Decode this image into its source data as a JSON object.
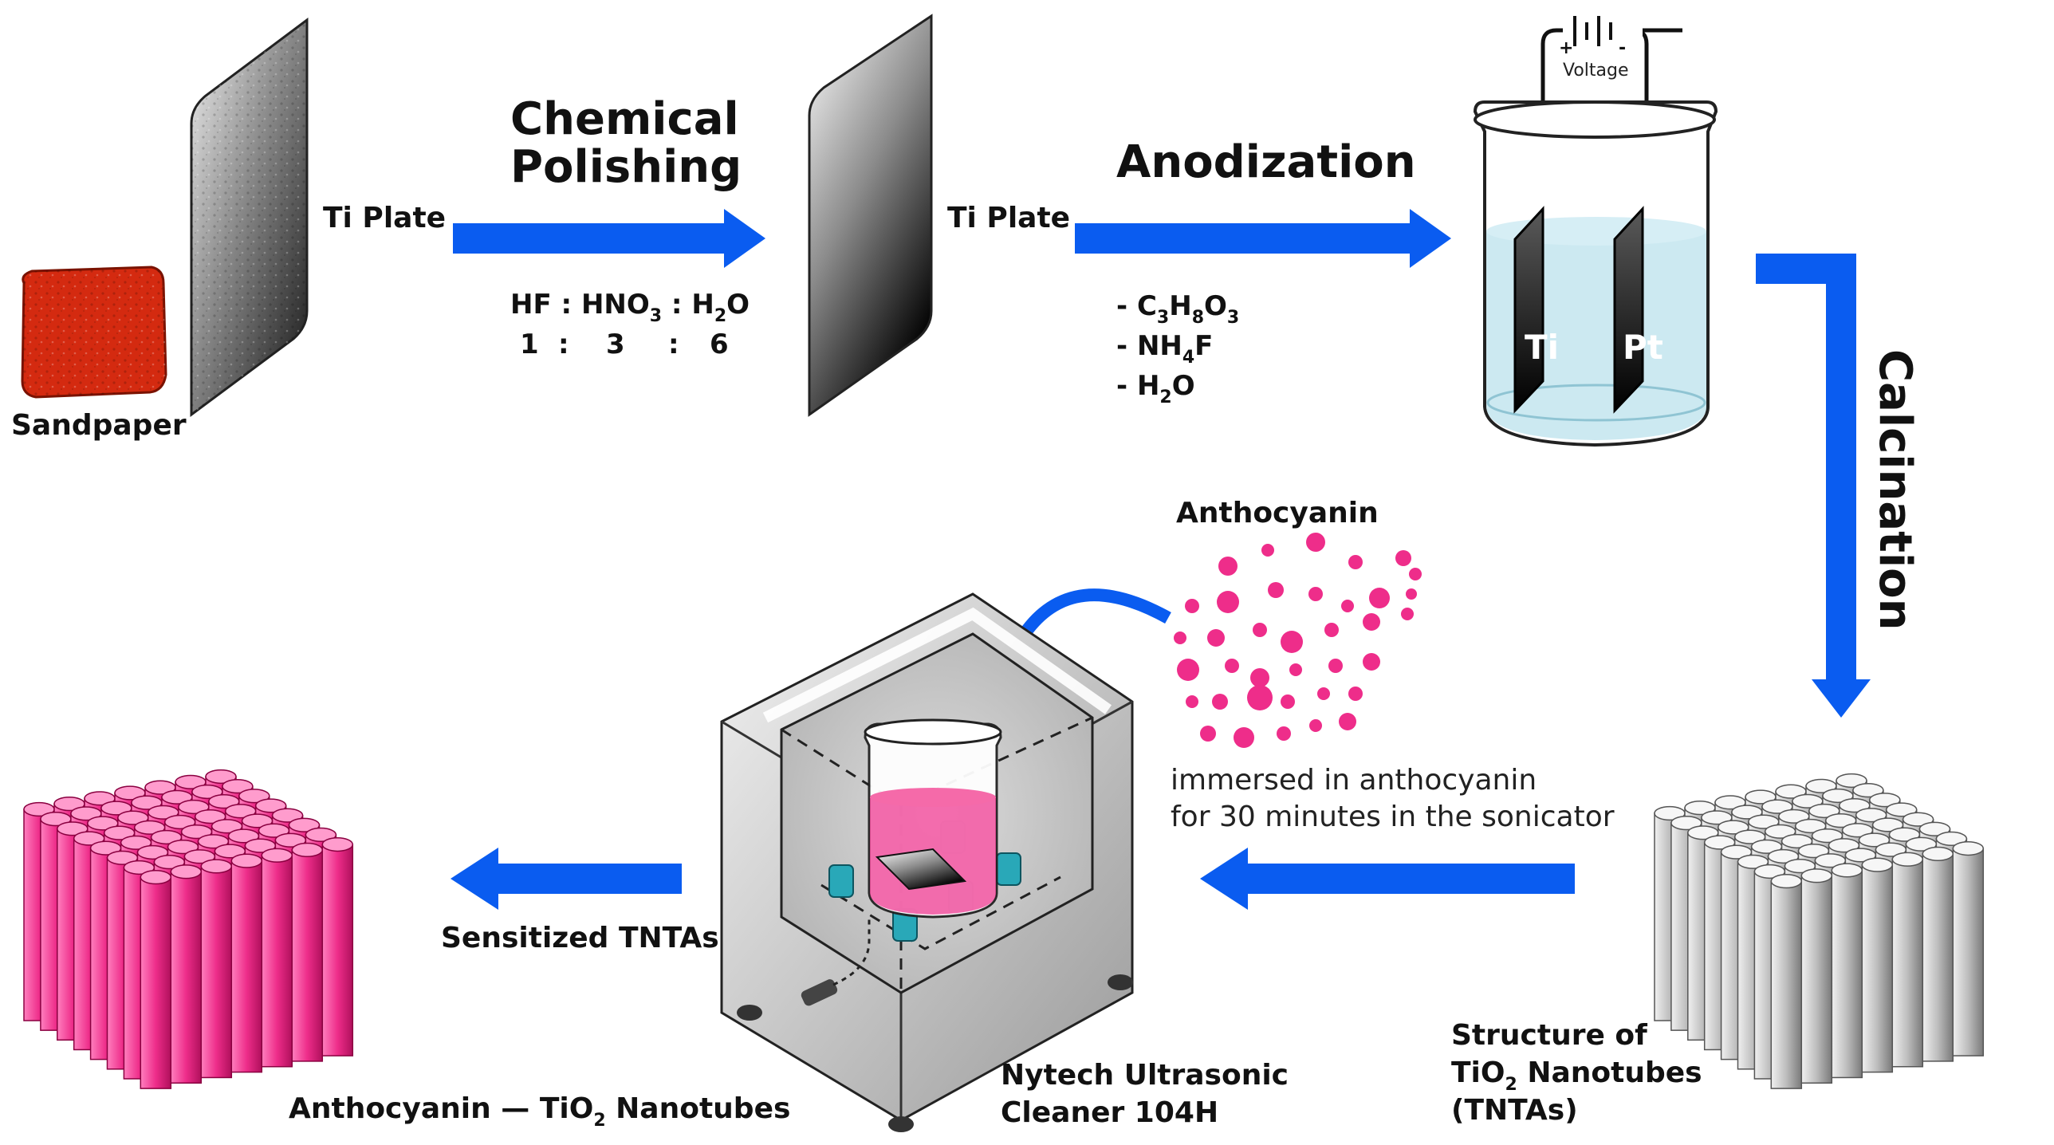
{
  "steps": {
    "sandpaper": "Sandpaper",
    "ti_plate_1": "Ti Plate",
    "ti_plate_2": "Ti Plate",
    "chemical_polishing": {
      "line1": "Chemical",
      "line2": "Polishing"
    },
    "polishing_ratio": {
      "r1": "HF : HNO",
      "sub1": "3",
      "r2": " : H",
      "sub2": "2",
      "r3": "O",
      "n1": "1",
      "colon1": ":",
      "n2": "3",
      "colon2": ":",
      "n3": "6"
    },
    "anodization": "Anodization",
    "electrolyte": {
      "c1": "- C",
      "c1s1": "3",
      "c1b": "H",
      "c1s2": "8",
      "c1c": "O",
      "c1s3": "3",
      "c2": "- NH",
      "c2s": "4",
      "c2b": "F",
      "c3": "- H",
      "c3s": "2",
      "c3b": "O"
    },
    "cell": {
      "voltage": "Voltage",
      "plus": "+",
      "minus": "-",
      "ti": "Ti",
      "pt": "Pt"
    },
    "calcination": "Calcination",
    "anthocyanin": "Anthocyanin",
    "immersion_note": {
      "line1": "immersed in anthocyanin",
      "line2": "for 30 minutes in the sonicator"
    },
    "tntas_structure": {
      "line1": "Structure of",
      "line2a": "TiO",
      "line2s": "2",
      "line2b": " Nanotubes",
      "line3": "(TNTAs)"
    },
    "sonicator": {
      "line1": "Nytech Ultrasonic",
      "line2": "Cleaner 104H"
    },
    "sensitized": "Sensitized TNTAs",
    "final": {
      "a": "Anthocyanin — TiO",
      "s": "2",
      "b": " Nanotubes"
    }
  },
  "colors": {
    "arrow": "#0a5cf0",
    "sandpaper": "#d42a10",
    "pink": "#ee2d8a",
    "solution": "#bfe3ee"
  }
}
